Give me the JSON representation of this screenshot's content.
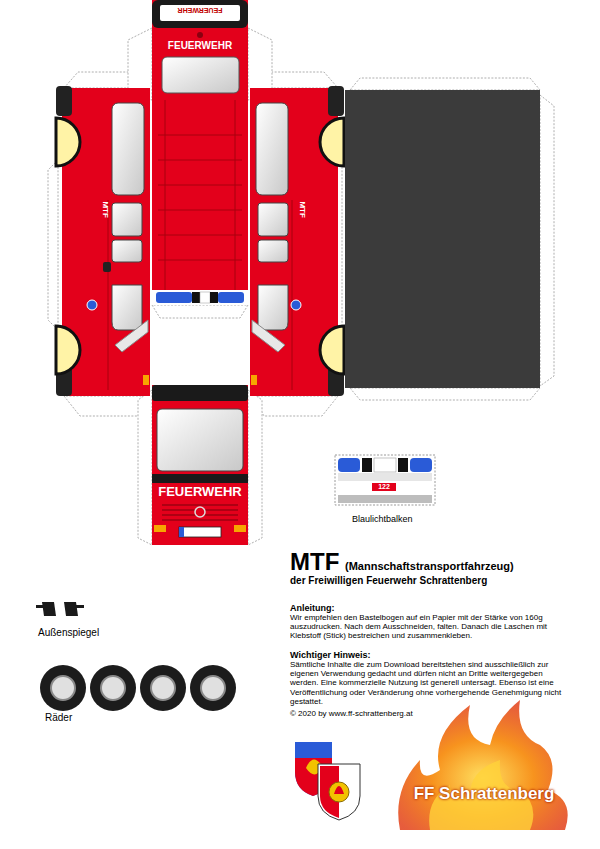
{
  "diagram": {
    "title": "MTF",
    "labels": [
      "FEUERWEHR",
      "FEUERWEHR",
      "MTF",
      "MTF",
      "FEUERWEHR",
      "122",
      "Blaulichtbalken",
      "(Mannschaftstransportfahrzeug)",
      "der Freiwilligen Feuerwehr Schrattenberg",
      "Anleitung:",
      "Wir empfehlen den Bastelbogen auf ein Papier mit der Stärke von 160g auszudrucken. Nach dem Ausschneiden, falten. Danach die Laschen mit Klebstoff (Stick) bestreichen und zusammenkleben.",
      "Wichtiger Hinweis:",
      "Sämtliche Inhalte die zum Download bereitstehen sind ausschließlich zur eigenen Verwendung gedacht und dürfen nicht an Dritte weitergegeben werden. Eine kommerzielle Nutzung ist generell untersagt. Ebenso ist eine Veröffentlichung oder Veränderung ohne vorhergehende Genehmigung nicht gestattet.",
      "© 2020 by www.ff-schrattenberg.at",
      "Außenspiegel",
      "Räder",
      "FF Schrattenberg"
    ]
  }
}
